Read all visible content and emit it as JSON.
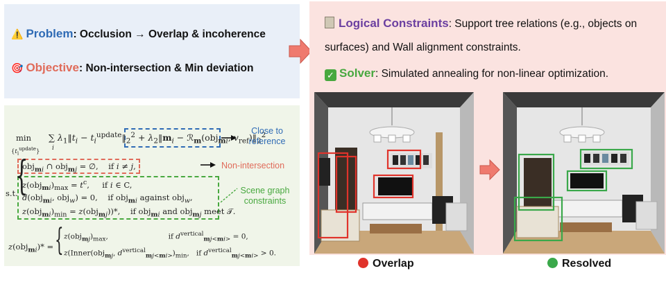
{
  "problem": {
    "keyword": "Problem",
    "text": ": Occlusion → Overlap & incoherence"
  },
  "objective": {
    "keyword": "Objective",
    "text": ": Non-intersection & Min deviation"
  },
  "logical": {
    "keyword": "Logical Constraints",
    "text_line1": ": Support tree relations (e.g., objects on",
    "text_line2": "surfaces) and Wall alignment constraints."
  },
  "solver": {
    "keyword": "Solver",
    "text": ": Simulated annealing for non-linear optimization."
  },
  "labels": {
    "close": "Close to reference",
    "non_intersection": "Non-intersection",
    "scene_graph": "Scene graph constraints"
  },
  "captions": {
    "overlap": "Overlap",
    "resolved": "Resolved"
  },
  "colors": {
    "problem_bg": "#e9eff8",
    "formula_bg": "#f0f5e9",
    "right_bg": "#fbe3e0",
    "blue": "#2f6bb5",
    "red": "#e06b5a",
    "purple": "#6b3fa0",
    "green": "#48a83f",
    "arrow": "#ef7a6e"
  },
  "icons": {
    "problem": "warning-icon",
    "objective": "target-icon",
    "logical": "clipboard-icon",
    "solver": "check-icon"
  }
}
